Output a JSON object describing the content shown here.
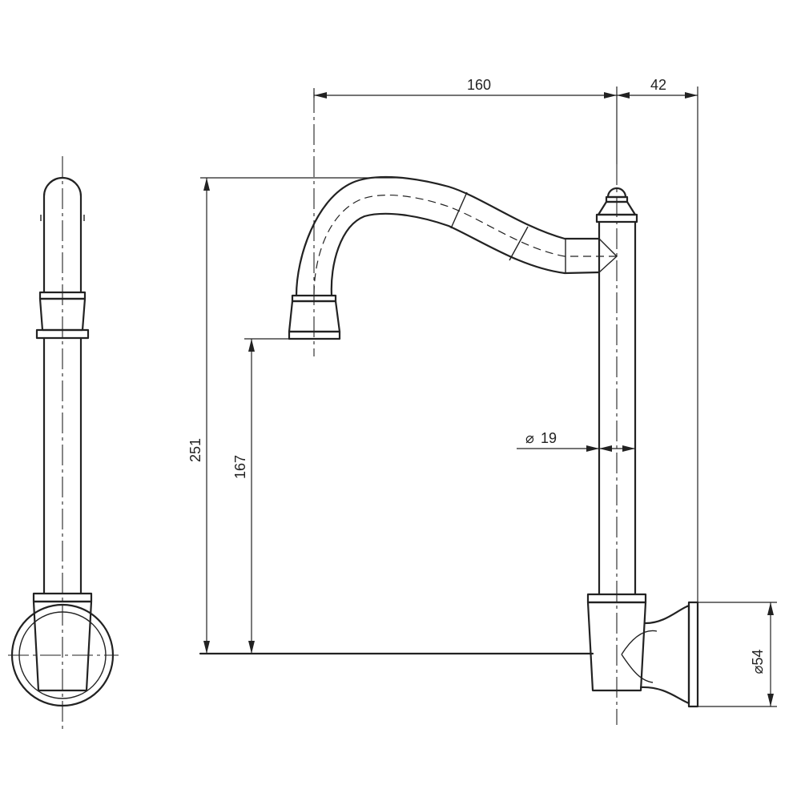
{
  "dimensions": {
    "reach": "160",
    "projection": "42",
    "overall_height": "251",
    "spout_height": "167",
    "pipe_diameter": "19",
    "flange_diameter": "54",
    "diameter_symbol": "⌀"
  }
}
